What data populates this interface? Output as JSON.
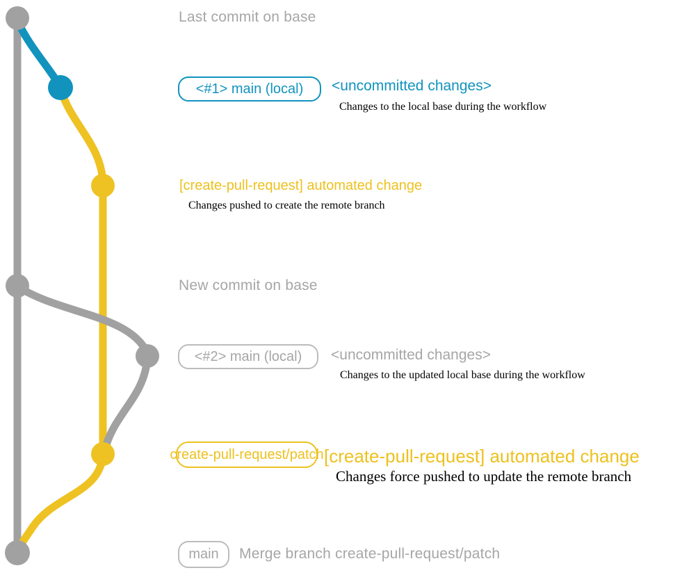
{
  "colors": {
    "gray_line": "#a1a1a1",
    "gray_text": "#a6a6a6",
    "gray_border": "#bcbcbc",
    "blue": "#1193be",
    "yellow": "#eec223",
    "description_text": "#000000",
    "background": "#ffffff"
  },
  "graph": {
    "commit_names": [
      "last-commit-on-base",
      "local-checkout-1",
      "automated-change-1",
      "new-commit-on-base",
      "local-checkout-2",
      "automated-change-2",
      "merge-commit"
    ]
  },
  "annotations": {
    "last_commit": "Last commit on base",
    "new_commit": "New commit on base",
    "checkout1": {
      "badge": "<#1> main (local)",
      "title": "<uncommitted changes>",
      "description": "Changes to the local base during the workflow"
    },
    "push1": {
      "title": "[create-pull-request] automated change",
      "description": "Changes pushed to create the remote branch"
    },
    "checkout2": {
      "badge": "<#2> main (local)",
      "title": "<uncommitted changes>",
      "description": "Changes to the updated local base during the workflow"
    },
    "push2": {
      "badge": "create-pull-request/patch",
      "title": "[create-pull-request] automated change",
      "description": "Changes force pushed to update the remote branch"
    },
    "merge": {
      "badge": "main",
      "label": "Merge branch create-pull-request/patch"
    }
  }
}
